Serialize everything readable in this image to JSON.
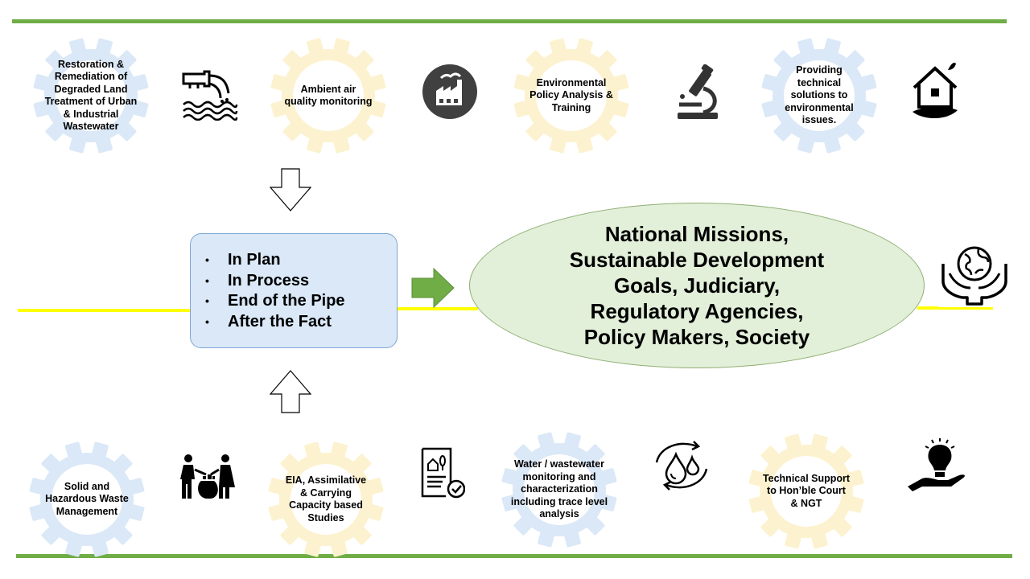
{
  "colors": {
    "top_bar": "#70ad47",
    "bottom_bar": "#70ad47",
    "axis_line": "#ffff00",
    "gear_blue": "#dae8f7",
    "gear_yellow": "#fdf2cf",
    "plan_box_fill": "#dae8f7",
    "ellipse_fill": "#e2efd9",
    "right_arrow": "#70ad47"
  },
  "top_gears": [
    {
      "text": "Restoration & Remediation of Degraded Land Treatment of Urban & Industrial Wastewater",
      "color": "blue",
      "icon": "wastewater-discharge-icon"
    },
    {
      "text": "Ambient air quality monitoring",
      "color": "yellow",
      "icon": "factory-icon"
    },
    {
      "text": "Environmental Policy Analysis & Training",
      "color": "yellow",
      "icon": "microscope-icon"
    },
    {
      "text": "Providing technical solutions to environmental issues.",
      "color": "blue",
      "icon": "eco-house-icon"
    }
  ],
  "bottom_gears": [
    {
      "text": "Solid and Hazardous Waste Management",
      "color": "blue",
      "icon": "waste-collection-icon"
    },
    {
      "text": "EIA, Assimilative & Carrying Capacity based Studies",
      "color": "yellow",
      "icon": "environment-report-icon"
    },
    {
      "text": "Water / wastewater monitoring and characterization including trace level analysis",
      "color": "blue",
      "icon": "water-cycle-icon"
    },
    {
      "text": "Technical Support to Hon’ble Court & NGT",
      "color": "yellow",
      "icon": "idea-hand-icon"
    }
  ],
  "plan_box": {
    "items": [
      "In Plan",
      "In Process",
      "End of the Pipe",
      "After the Fact"
    ]
  },
  "ellipse_text": [
    "National Missions,",
    "Sustainable Development",
    "Goals, Judiciary,",
    "Regulatory Agencies,",
    "Policy Makers, Society"
  ],
  "right_icon": "globe-in-hands-icon"
}
